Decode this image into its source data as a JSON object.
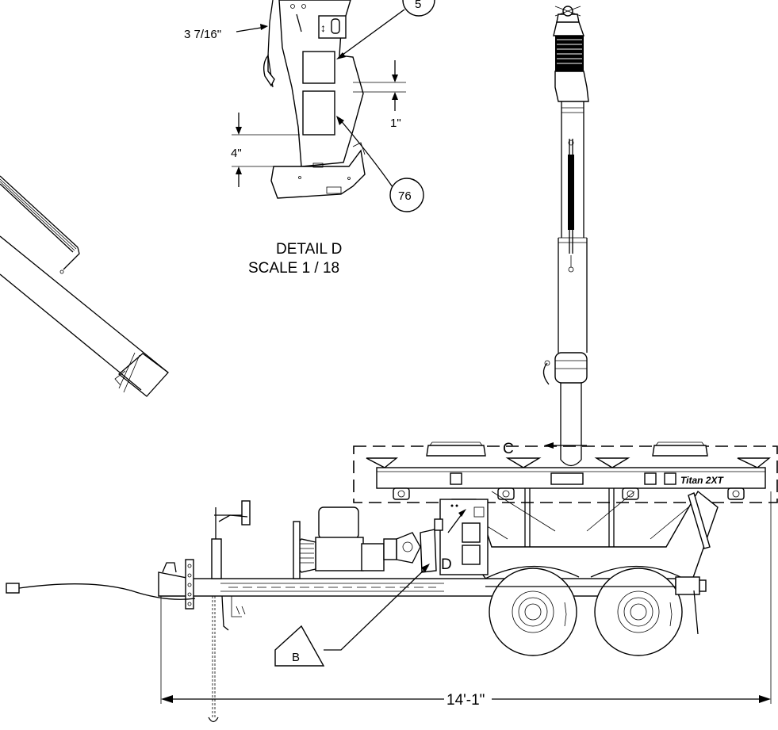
{
  "detail": {
    "title": "DETAIL  D",
    "scale": "SCALE 1 / 18",
    "dim_offset": "3 7/16\"",
    "dim_gap": "1\"",
    "dim_bottom": "4\"",
    "callout_top": "5",
    "callout_bottom": "76"
  },
  "main": {
    "overall_length": "14'-1\"",
    "label_c": "C",
    "label_d": "D",
    "label_b": "B",
    "brand": "Titan 2XT"
  },
  "icons": {
    "up_down_icon": "↕"
  }
}
